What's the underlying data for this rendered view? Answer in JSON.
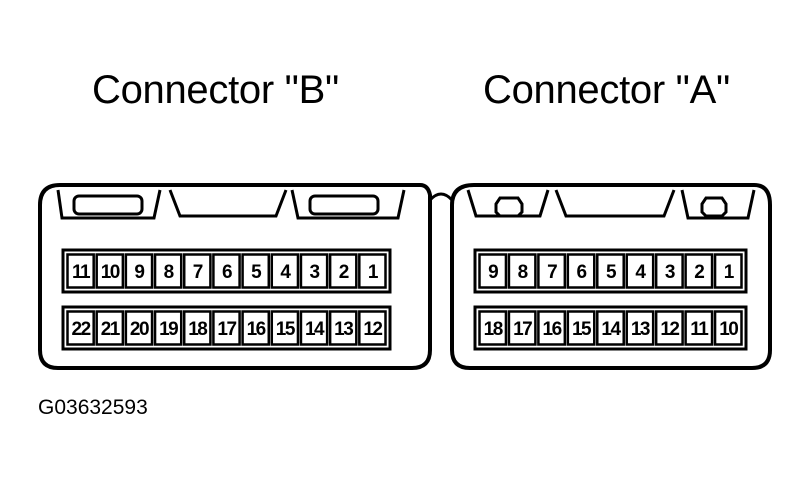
{
  "connectors": [
    {
      "id": "B",
      "title": "Connector \"B\"",
      "rows": [
        [
          "11",
          "10",
          "9",
          "8",
          "7",
          "6",
          "5",
          "4",
          "3",
          "2",
          "1"
        ],
        [
          "22",
          "21",
          "20",
          "19",
          "18",
          "17",
          "16",
          "15",
          "14",
          "13",
          "12"
        ]
      ]
    },
    {
      "id": "A",
      "title": "Connector \"A\"",
      "rows": [
        [
          "9",
          "8",
          "7",
          "6",
          "5",
          "4",
          "3",
          "2",
          "1"
        ],
        [
          "18",
          "17",
          "16",
          "15",
          "14",
          "13",
          "12",
          "11",
          "10"
        ]
      ]
    }
  ],
  "figure_code": "G03632593"
}
